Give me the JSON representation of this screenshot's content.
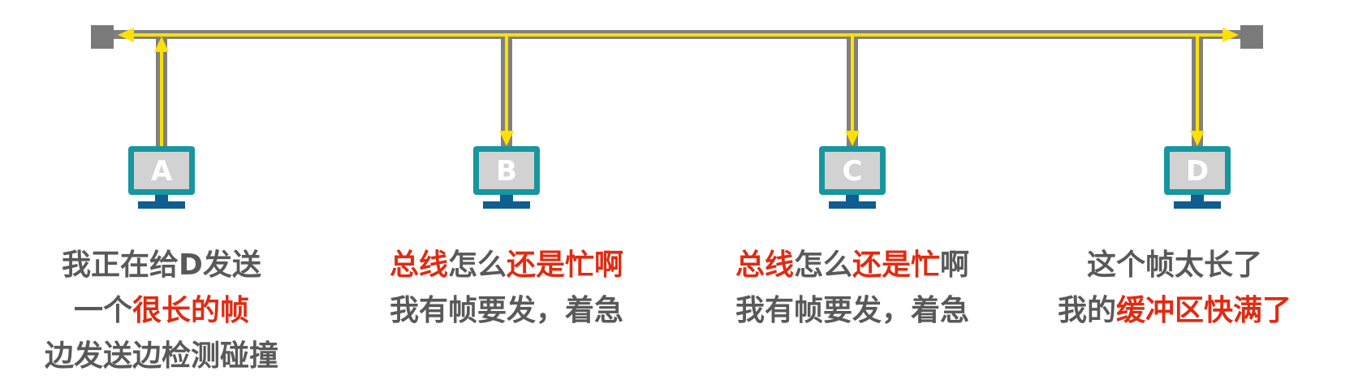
{
  "stations": [
    {
      "id": "A",
      "letter": "A"
    },
    {
      "id": "B",
      "letter": "B"
    },
    {
      "id": "C",
      "letter": "C"
    },
    {
      "id": "D",
      "letter": "D"
    }
  ],
  "captions": {
    "a": {
      "line1": "我正在给D发送",
      "line2_prefix": "一个",
      "line2_highlight": "很长的帧",
      "line3": "边发送边检测碰撞"
    },
    "b": {
      "line1_part1": "总线",
      "line1_part2": "怎么",
      "line1_part3": "还是忙啊",
      "line2": "我有帧要发，着急"
    },
    "c": {
      "line1_part1": "总线",
      "line1_part2": "怎么",
      "line1_part3": "还是忙",
      "line1_part4": "啊",
      "line2": "我有帧要发，着急"
    },
    "d": {
      "line1": "这个帧太长了",
      "line2_prefix": "我的",
      "line2_highlight": "缓冲区快满了"
    }
  },
  "colors": {
    "bus": "#808080",
    "terminator": "#7a7a7a",
    "signal": "#ffe000",
    "monitor_frame": "#17969e",
    "monitor_screen": "#d2d2d2",
    "monitor_stand": "#0f5d91",
    "text_gray": "#595959",
    "text_red": "#e02b12"
  }
}
